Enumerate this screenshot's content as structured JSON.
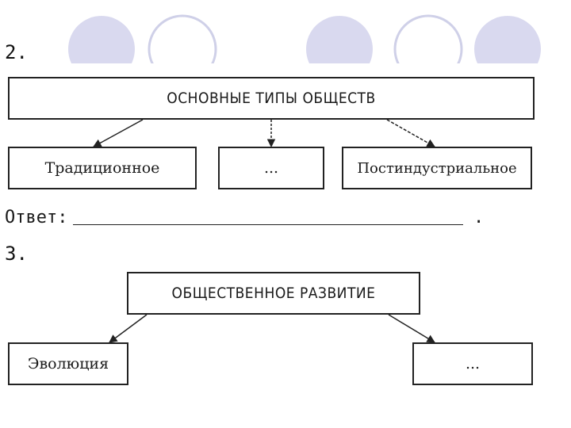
{
  "task2": {
    "number": "2.",
    "root": "ОСНОВНЫЕ ТИПЫ ОБЩЕСТВ",
    "children": [
      "Традиционное",
      "...",
      "Постиндустриальное"
    ],
    "answer_label": "Ответ:",
    "answer_end": "."
  },
  "task3": {
    "number": "3.",
    "root": "ОБЩЕСТВЕННОЕ РАЗВИТИЕ",
    "children": [
      "Эволюция",
      "..."
    ]
  },
  "colors": {
    "decor_circle": "#d8d8ee",
    "line": "#222222"
  }
}
